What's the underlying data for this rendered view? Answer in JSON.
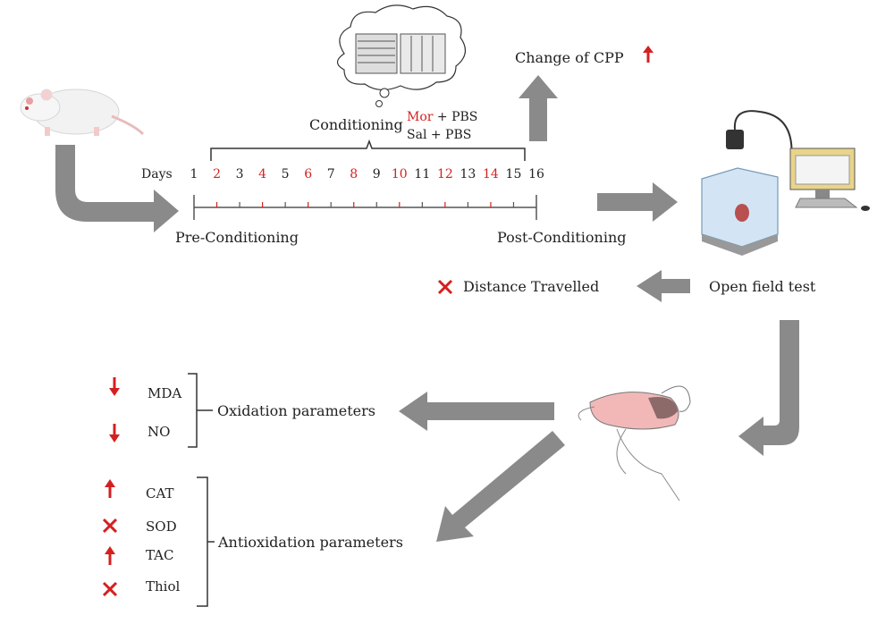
{
  "timeline": {
    "days_label": "Days",
    "days": [
      {
        "n": "1",
        "red": false
      },
      {
        "n": "2",
        "red": true
      },
      {
        "n": "3",
        "red": false
      },
      {
        "n": "4",
        "red": true
      },
      {
        "n": "5",
        "red": false
      },
      {
        "n": "6",
        "red": true
      },
      {
        "n": "7",
        "red": false
      },
      {
        "n": "8",
        "red": true
      },
      {
        "n": "9",
        "red": false
      },
      {
        "n": "10",
        "red": true
      },
      {
        "n": "11",
        "red": false
      },
      {
        "n": "12",
        "red": true
      },
      {
        "n": "13",
        "red": false
      },
      {
        "n": "14",
        "red": true
      },
      {
        "n": "15",
        "red": false
      },
      {
        "n": "16",
        "red": false
      }
    ],
    "pre_label": "Pre-Conditioning",
    "post_label": "Post-Conditioning",
    "conditioning_label": "Conditioning",
    "mor_label": "Mor",
    "mor_rest": "+ PBS",
    "sal_label": "Sal + PBS"
  },
  "cpp": {
    "label": "Change of CPP",
    "effect": "up"
  },
  "open_field": {
    "label": "Open field test",
    "result_label": "Distance Travelled",
    "result_effect": "none"
  },
  "oxidation": {
    "group_label": "Oxidation parameters",
    "items": [
      {
        "label": "MDA",
        "effect": "down"
      },
      {
        "label": "NO",
        "effect": "down"
      }
    ]
  },
  "antioxidation": {
    "group_label": "Antioxidation parameters",
    "items": [
      {
        "label": "CAT",
        "effect": "up"
      },
      {
        "label": "SOD",
        "effect": "none"
      },
      {
        "label": "TAC",
        "effect": "up"
      },
      {
        "label": "Thiol",
        "effect": "none"
      }
    ]
  },
  "colors": {
    "arrow_gray": "#8a8a8a",
    "accent_red": "#d42020",
    "brain_pink": "#f2b8b8"
  }
}
